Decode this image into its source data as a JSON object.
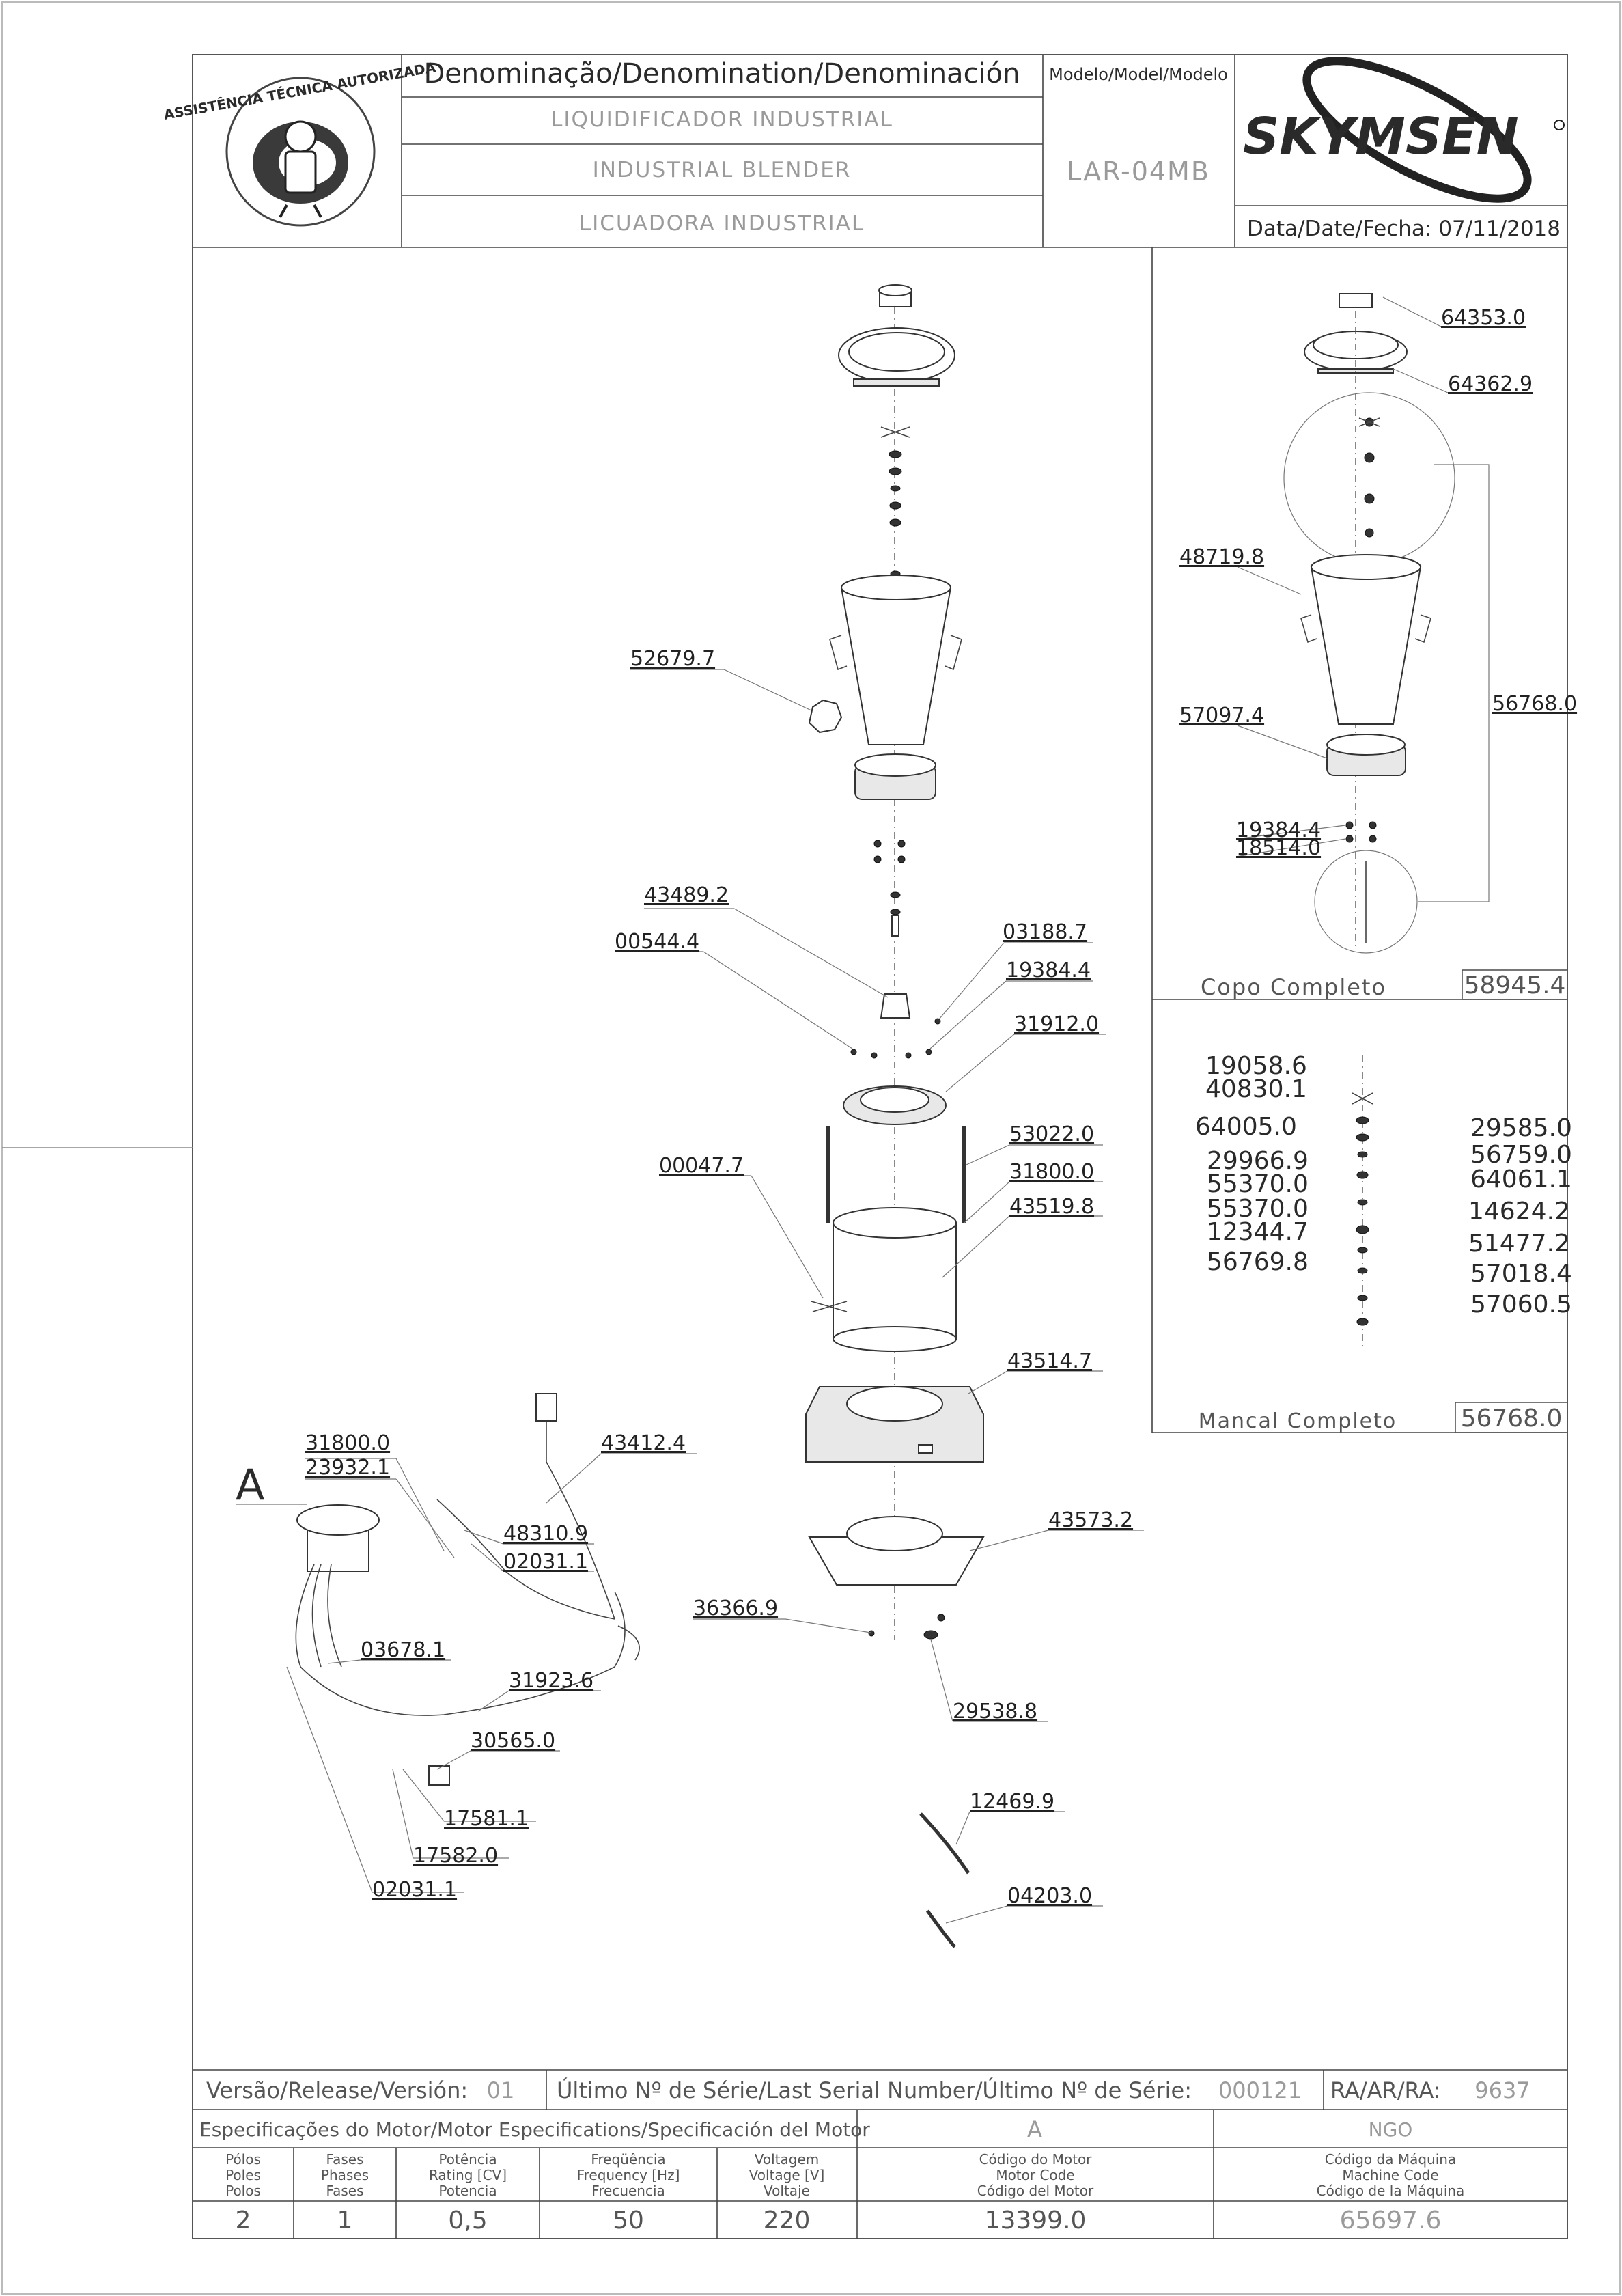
{
  "header": {
    "denomination_label": "Denominação/Denomination/Denominación",
    "name_pt": "LIQUIDIFICADOR INDUSTRIAL",
    "name_en": "INDUSTRIAL BLENDER",
    "name_es": "LICUADORA INDUSTRIAL",
    "model_label": "Modelo/Model/Modelo",
    "model_value": "LAR-04MB",
    "brand": "SKYMSEN",
    "date_label": "Data/Date/Fecha:",
    "date_value": "07/11/2018",
    "seal_text": "ASSISTÊNCIA TÉCNICA AUTORIZADA"
  },
  "main_labels": [
    "52679.7",
    "43489.2",
    "00544.4",
    "03188.7",
    "19384.4",
    "31912.0",
    "53022.0",
    "00047.7",
    "31800.0",
    "43519.8",
    "43514.7",
    "43412.4",
    "31800.0",
    "23932.1",
    "48310.9",
    "02031.1",
    "43573.2",
    "36366.9",
    "03678.1",
    "31923.6",
    "29538.8",
    "30565.0",
    "17581.1",
    "17582.0",
    "02031.1",
    "12469.9",
    "04203.0"
  ],
  "detail_label": "A",
  "copo": {
    "labels": [
      "64353.0",
      "64362.9",
      "48719.8",
      "57097.4",
      "56768.0",
      "19384.4",
      "18514.0"
    ],
    "title": "Copo Completo",
    "code": "58945.4"
  },
  "mancal": {
    "left_codes": [
      "19058.6",
      "40830.1",
      "64005.0",
      "29966.9",
      "55370.0",
      "55370.0",
      "12344.7",
      "56769.8"
    ],
    "right_codes": [
      "29585.0",
      "56759.0",
      "64061.1",
      "14624.2",
      "51477.2",
      "57018.4",
      "57060.5"
    ],
    "title": "Mancal Completo",
    "code": "56768.0"
  },
  "footer": {
    "version_label": "Versão/Release/Versión:",
    "version_value": "01",
    "serial_label": "Último Nº de Série/Last Serial Number/Último Nº de Série:",
    "serial_value": "000121",
    "ra_label": "RA/AR/RA:",
    "ra_value": "9637",
    "motor_spec_label": "Especificações do Motor/Motor Especifications/Specificación del Motor",
    "motor_letter": "A",
    "machine_tag": "NGO",
    "columns": [
      {
        "l1": "Pólos",
        "l2": "Poles",
        "l3": "Polos",
        "value": "2"
      },
      {
        "l1": "Fases",
        "l2": "Phases",
        "l3": "Fases",
        "value": "1"
      },
      {
        "l1": "Potência",
        "l2": "Rating [CV]",
        "l3": "Potencia",
        "value": "0,5"
      },
      {
        "l1": "Freqüência",
        "l2": "Frequency [Hz]",
        "l3": "Frecuencia",
        "value": "50"
      },
      {
        "l1": "Voltagem",
        "l2": "Voltage [V]",
        "l3": "Voltaje",
        "value": "220"
      },
      {
        "l1": "Código do Motor",
        "l2": "Motor Code",
        "l3": "Código del Motor",
        "value": "13399.0"
      },
      {
        "l1": "Código da Máquina",
        "l2": "Machine Code",
        "l3": "Código de la Máquina",
        "value": "65697.6"
      }
    ]
  }
}
